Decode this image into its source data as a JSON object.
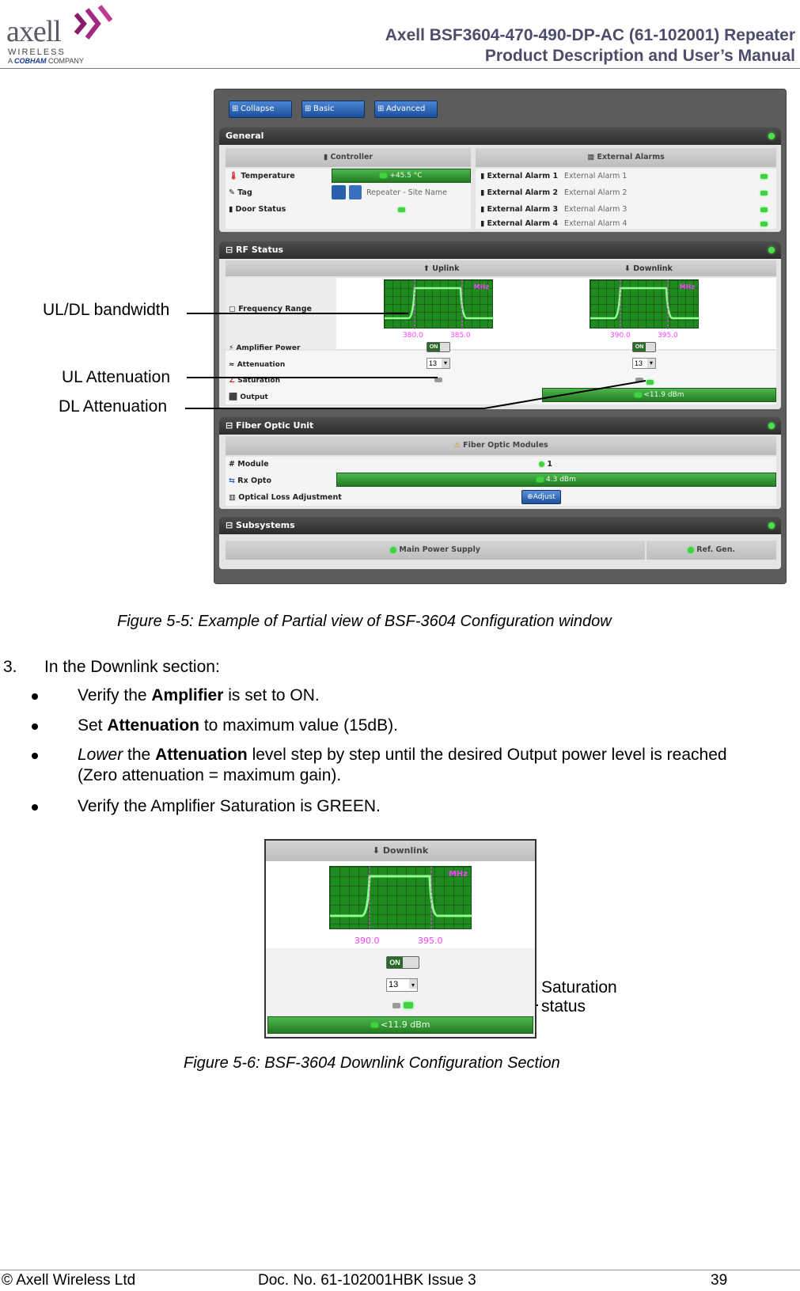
{
  "header": {
    "logo": {
      "word": "axell",
      "sub1": "WIRELESS",
      "sub2_prefix": "A ",
      "sub2_brand": "COBHAM",
      "sub2_suffix": " COMPANY"
    },
    "title_line1": "Axell BSF3604-470-490-DP-AC (61-102001) Repeater",
    "title_line2": "Product Description and User’s Manual"
  },
  "screenshot1": {
    "toolbar": [
      "Collapse",
      "Basic",
      "Advanced"
    ],
    "general": {
      "title": "General",
      "controller_title": "Controller",
      "ext_title": "External Alarms",
      "rows": [
        {
          "label": "Temperature",
          "value": "+45.5 °C"
        },
        {
          "label": "Tag",
          "value": "Repeater - Site Name"
        },
        {
          "label": "Door Status",
          "value": ""
        }
      ],
      "alarms": [
        {
          "label": "External Alarm 1",
          "value": "External Alarm 1"
        },
        {
          "label": "External Alarm 2",
          "value": "External Alarm 2"
        },
        {
          "label": "External Alarm 3",
          "value": "External Alarm 3"
        },
        {
          "label": "External Alarm 4",
          "value": "External Alarm 4"
        }
      ]
    },
    "rf": {
      "title": "RF Status",
      "uplink": "Uplink",
      "downlink": "Downlink",
      "freq_label": "Frequency Range",
      "amp_label": "Amplifier Power",
      "att_label": "Attenuation",
      "sat_label": "Saturation",
      "out_label": "Output",
      "mhz": "MHz",
      "ul_lo": "380.0",
      "ul_hi": "385.0",
      "dl_lo": "390.0",
      "dl_hi": "395.0",
      "on": "ON",
      "ul_att": "13",
      "dl_att": "13",
      "output": "<11.9 dBm"
    },
    "fiber": {
      "title": "Fiber Optic Unit",
      "modules": "Fiber Optic Modules",
      "module_label": "Module",
      "module_value": "1",
      "rx_label": "Rx Opto",
      "rx_value": "4.3 dBm",
      "loss_label": "Optical Loss Adjustment",
      "adjust": "Adjust"
    },
    "subsystems": {
      "title": "Subsystems",
      "items": [
        "Main Power Supply",
        "Ref. Gen."
      ]
    }
  },
  "callouts": {
    "bandwidth": "UL/DL bandwidth",
    "ul_att": "UL Attenuation",
    "dl_att": "DL Attenuation",
    "saturation_1": "Saturation",
    "saturation_2": "status"
  },
  "figure1_caption": "Figure 5-5: Example of Partial view of BSF-3604 Configuration window",
  "step": {
    "number": "3.",
    "text": "In the Downlink section:",
    "bullets": [
      {
        "pre": "Verify the ",
        "bold": "Amplifier",
        "post": " is set to ON."
      },
      {
        "pre": "Set ",
        "bold": "Attenuation",
        "post": " to maximum value (15dB)."
      },
      {
        "italic": "Lower",
        "pre": " the ",
        "bold": "Attenuation",
        "post": " level step by step until the desired Output power level is reached",
        "line2": "(Zero attenuation = maximum gain)."
      },
      {
        "pre": "Verify the Amplifier Saturation is GREEN."
      }
    ]
  },
  "screenshot2": {
    "title": "Downlink",
    "mhz": "MHz",
    "lo": "390.0",
    "hi": "395.0",
    "on": "ON",
    "att": "13",
    "output": "<11.9 dBm"
  },
  "figure2_caption": "Figure 5-6: BSF-3604 Downlink Configuration Section",
  "footer": {
    "left": "© Axell Wireless Ltd",
    "center": "Doc. No. 61-102001HBK Issue 3",
    "page": "39"
  },
  "colors": {
    "header_text": "#4d4d6b",
    "status_green": "#43d043",
    "graph_green": "#1f8a1f",
    "freq_magenta": "#ff40ff"
  }
}
